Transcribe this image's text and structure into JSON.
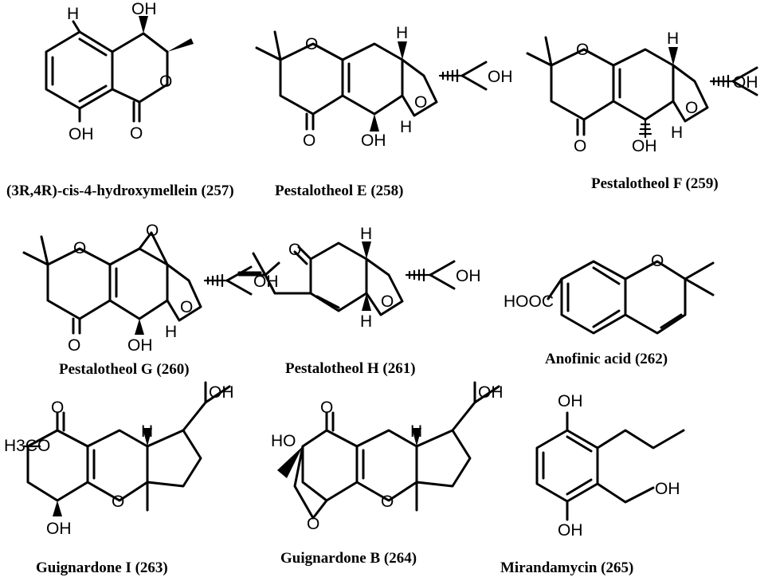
{
  "compounds": [
    {
      "id": "c257",
      "name": "(3R,4R)-cis-4-hydroxymellein (257)",
      "atoms": {
        "oh": "OH",
        "h": "H",
        "o": "O",
        "o2": "O",
        "oh2": "OH"
      }
    },
    {
      "id": "c258",
      "name": "Pestalotheol E (258)",
      "atoms": {
        "o": "O",
        "h1": "H",
        "h2": "H",
        "o2": "O",
        "oh": "OH",
        "o3": "O",
        "oh2": "OH"
      }
    },
    {
      "id": "c259",
      "name": "Pestalotheol F (259)",
      "atoms": {
        "o": "O",
        "h1": "H",
        "h2": "H",
        "o2": "O",
        "oh": "OH",
        "o3": "O",
        "oh2": "OH"
      }
    },
    {
      "id": "c260",
      "name": "Pestalotheol G (260)",
      "atoms": {
        "o": "O",
        "o_ep": "O",
        "h": "H",
        "o2": "O",
        "oh": "OH",
        "o3": "O",
        "oh2": "OH"
      }
    },
    {
      "id": "c261",
      "name": "Pestalotheol H (261)",
      "atoms": {
        "o": "O",
        "h1": "H",
        "h2": "H",
        "o2": "O",
        "oh": "OH"
      }
    },
    {
      "id": "c262",
      "name": "Anofinic acid (262)",
      "atoms": {
        "o": "O",
        "cooh": "HOOC"
      }
    },
    {
      "id": "c263",
      "name": "Guignardone I (263)",
      "atoms": {
        "o": "O",
        "h": "H",
        "oh": "OH",
        "och3": "H3CO",
        "o2": "O",
        "oh2": "OH"
      }
    },
    {
      "id": "c264",
      "name": "Guignardone B (264)",
      "atoms": {
        "o": "O",
        "h": "H",
        "oh": "OH",
        "ho": "HO",
        "o2": "O",
        "o3": "O"
      }
    },
    {
      "id": "c265",
      "name": "Mirandamycin (265)",
      "atoms": {
        "oh1": "OH",
        "oh2": "OH",
        "oh3": "OH"
      }
    }
  ]
}
